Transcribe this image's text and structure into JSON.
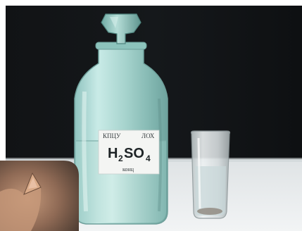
{
  "photo": {
    "label": {
      "line_top_left": "КПЦУ",
      "line_top_right": "ЛОХ",
      "formula_main": "H",
      "formula_sub1": "2",
      "formula_mid": "SO",
      "formula_sub2": "4",
      "line_bottom": "конц"
    },
    "colors": {
      "background_dark": "#101214",
      "table": "#e9ecee",
      "bottle_glass": "#a9d3cf",
      "acid_liquid": "#bfe2dc",
      "label": "#f4f5f3"
    }
  }
}
